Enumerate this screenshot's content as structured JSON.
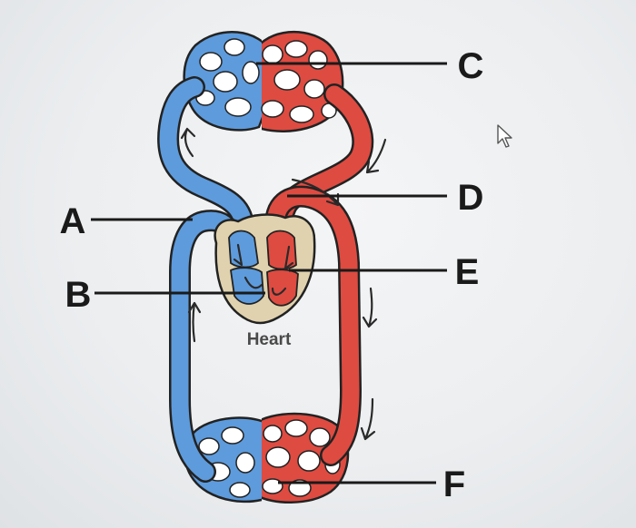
{
  "diagram": {
    "heart_label": "Heart",
    "labels": {
      "a": "A",
      "b": "B",
      "c": "C",
      "d": "D",
      "e": "E",
      "f": "F"
    },
    "colors": {
      "deoxygenated": "#5d9bdc",
      "oxygenated": "#de4b41",
      "heart_wall": "#e0d2ae",
      "outline": "#222222"
    },
    "cursor_icon": "mouse-pointer-icon"
  }
}
